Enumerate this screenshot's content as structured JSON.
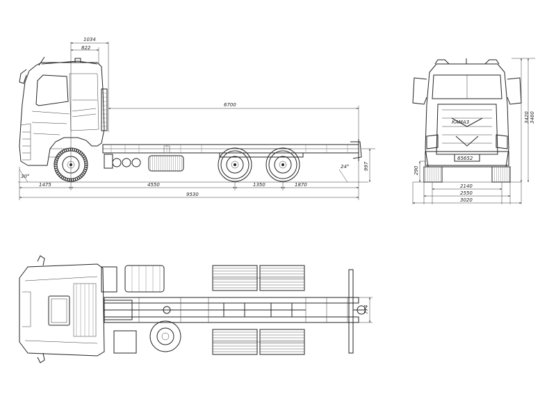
{
  "dimensions": {
    "side": {
      "cab_front_overhang_top": "1034",
      "cab_front_overhang_inner": "822",
      "frame_length": "6700",
      "frame_height": "997",
      "front_overhang": "1475",
      "wheelbase_front": "4550",
      "bogie_spacing": "1350",
      "rear_overhang": "1870",
      "overall_length": "9530",
      "approach_angle": "30°",
      "departure_angle": "24°"
    },
    "front": {
      "total_height": "3420",
      "height_alt": "3460",
      "ground_clearance": "290",
      "track_width": "2140",
      "overall_width_inner": "2550",
      "overall_width": "3020",
      "plate_text": "65652",
      "grille_brand": "КАМАЗ"
    },
    "top": {
      "frame_width": "774"
    }
  }
}
